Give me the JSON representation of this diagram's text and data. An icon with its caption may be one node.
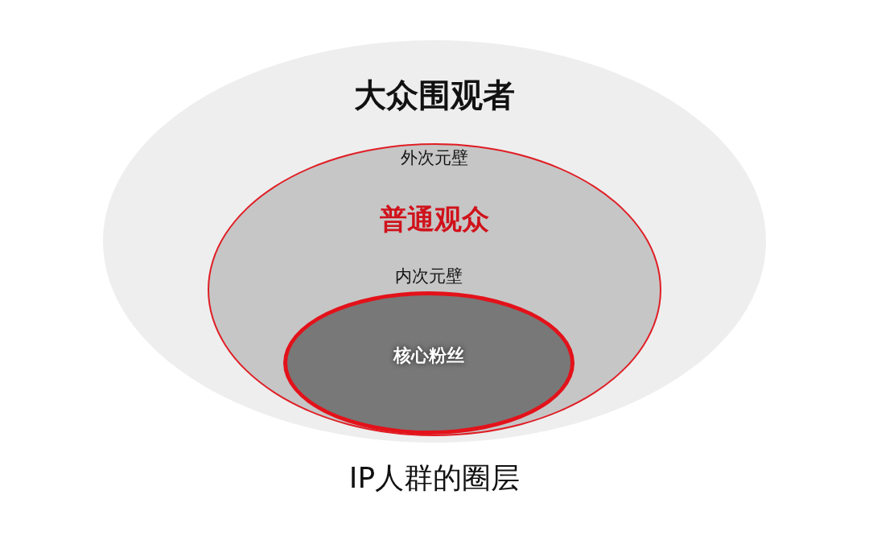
{
  "diagram": {
    "caption": "IP人群的圈层",
    "nodes": [
      {
        "text": [
          "大众围观者"
        ]
      },
      {
        "text": [
          "外次元壁",
          "普通观众"
        ],
        "in": 0
      },
      {
        "text": [
          "内次元壁",
          "核心粉丝"
        ],
        "in": 1
      }
    ]
  }
}
